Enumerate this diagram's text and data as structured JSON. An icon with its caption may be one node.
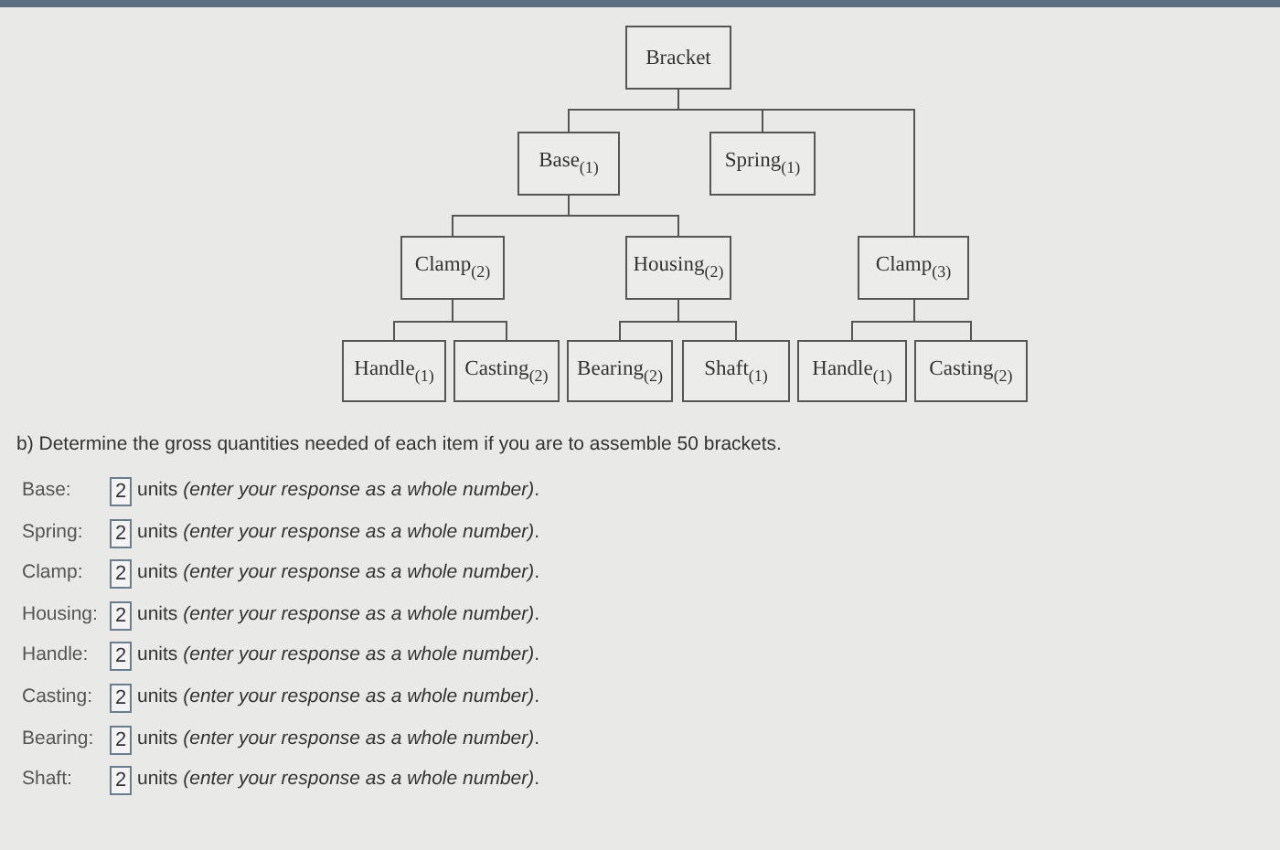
{
  "diagram": {
    "nodes": [
      {
        "text": [
          "Bracket"
        ]
      },
      {
        "text": [
          "Base$_{(1)}$"
        ]
      },
      {
        "text": [
          "Spring$_{(1)}$"
        ]
      },
      {
        "text": [
          "Clamp$_{(2)}$"
        ]
      },
      {
        "text": [
          "Housing$_{(2)}$"
        ]
      },
      {
        "text": [
          "Clamp$_{(3)}$"
        ]
      },
      {
        "text": [
          "Handle$_{(1)}$"
        ]
      },
      {
        "text": [
          "Casting$_{(2)}$"
        ]
      },
      {
        "text": [
          "Bearing$_{(2)}$"
        ]
      },
      {
        "text": [
          "Shaft$_{(1)}$"
        ]
      },
      {
        "text": [
          "Handle$_{(1)}$"
        ]
      },
      {
        "text": [
          "Casting$_{(2)}$"
        ]
      }
    ],
    "edges": [
      {
        "from": 0,
        "to": 1,
        "arrow": "none"
      },
      {
        "from": 0,
        "to": 2,
        "arrow": "none"
      },
      {
        "from": 0,
        "to": 5,
        "arrow": "none"
      },
      {
        "from": 1,
        "to": 3,
        "arrow": "none"
      },
      {
        "from": 1,
        "to": 4,
        "arrow": "none"
      },
      {
        "from": 3,
        "to": 6,
        "arrow": "none"
      },
      {
        "from": 3,
        "to": 7,
        "arrow": "none"
      },
      {
        "from": 4,
        "to": 8,
        "arrow": "none"
      },
      {
        "from": 4,
        "to": 9,
        "arrow": "none"
      },
      {
        "from": 5,
        "to": 10,
        "arrow": "none"
      },
      {
        "from": 5,
        "to": 11,
        "arrow": "none"
      }
    ],
    "labels": [
      "b) Determine the gross quantities needed of each item if you are to assemble 50 brackets.",
      "Base:",
      "2",
      "units *(enter your response as a whole number)*.",
      "Spring:",
      "2",
      "units *(enter your response as a whole number)*.",
      "Clamp:",
      "2",
      "units *(enter your response as a whole number)*.",
      "Housing:",
      "2",
      "units *(enter your response as a whole number)*.",
      "Handle:",
      "2",
      "units *(enter your response as a whole number)*.",
      "Casting:",
      "2",
      "units *(enter your response as a whole number)*.",
      "Bearing:",
      "2",
      "units *(enter your response as a whole number)*.",
      "Shaft:",
      "2",
      "units *(enter your response as a whole number)*."
    ]
  }
}
